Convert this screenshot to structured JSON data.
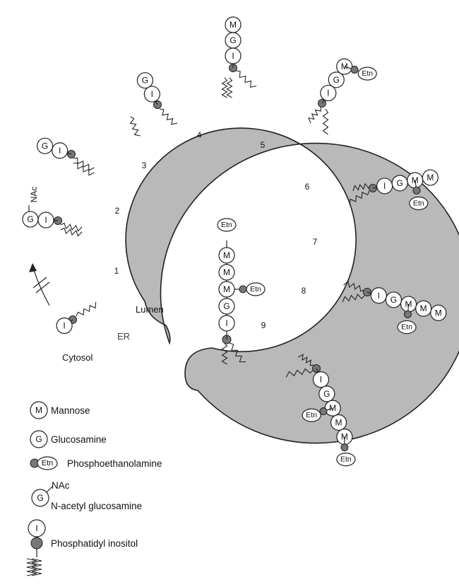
{
  "diagram": {
    "region_labels": {
      "lumen": "Lumen",
      "er": "ER",
      "cytosol": "Cytosol"
    },
    "step_numbers": [
      "1",
      "2",
      "3",
      "4",
      "5",
      "6",
      "7",
      "8",
      "9"
    ],
    "glyphs": {
      "mannose": "M",
      "glucosamine": "G",
      "inositol": "I",
      "ethanolamine": "Etn",
      "nacetyl": "NAc"
    }
  },
  "legend": {
    "mannose": "Mannose",
    "glucosamine": "Glucosamine",
    "phosphoethanolamine": "Phosphoethanolamine",
    "nacetyl_mark": "NAc",
    "nacetyl_glucosamine": "N-acetyl glucosamine",
    "phosphatidyl_inositol": "Phosphatidyl inositol"
  },
  "colors": {
    "membrane": "#b9b9b9",
    "phosphate": "#777777",
    "outline": "#222222"
  }
}
